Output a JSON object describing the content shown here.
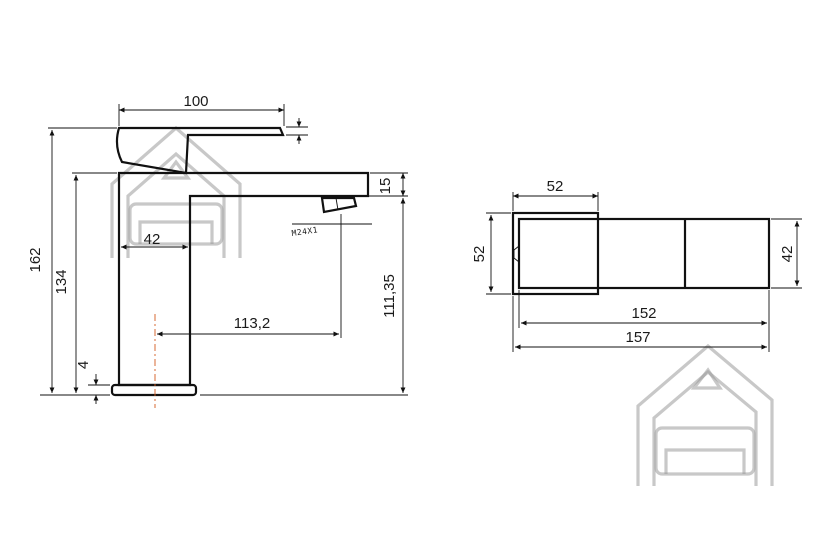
{
  "side_view": {
    "dims": {
      "width_lever": "100",
      "lever_gap": "15",
      "offset_base": "42",
      "spout_reach": "113,2",
      "thread": "M24X1",
      "height_total": "162",
      "height_spout": "134",
      "base_thickness": "4",
      "outlet_height": "111,35"
    }
  },
  "top_view": {
    "dims": {
      "body_width": "52",
      "body_depth": "52",
      "spout_width": "42",
      "length_spout": "152",
      "length_total": "157"
    }
  },
  "colors": {
    "line": "#111111",
    "centerline": "#d35b1e",
    "watermark": "#9a9a9a"
  },
  "icons": [
    "house-watermark-icon",
    "house-watermark-icon"
  ]
}
